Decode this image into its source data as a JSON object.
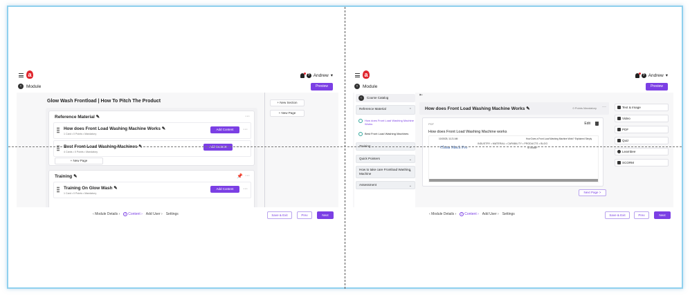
{
  "colors": {
    "accent": "#7b3fe4",
    "brand": "#e0262e",
    "frame": "#8fd0ee"
  },
  "shared": {
    "user_name": "Andrew",
    "module_label": "Module",
    "preview_label": "Preview",
    "footer": {
      "steps": [
        {
          "label": "Module Details"
        },
        {
          "label": "Content"
        },
        {
          "label": "Add User"
        },
        {
          "label": "Settings"
        }
      ],
      "save_exit": "Save & Exit",
      "prev": "Prev",
      "next": "Next"
    }
  },
  "left": {
    "course_title": "Glow Wash Frontload | How To Pitch The Product",
    "sections": [
      {
        "title": "Reference Material",
        "pages": [
          {
            "title": "How does Front Load Washing Machine Works",
            "meta": "1 Card  •  0 Points  •  Mandatory",
            "action": "Add Content"
          },
          {
            "title": "Best Front Load Washing Machines",
            "meta": "4 Cards  •  0 Points  •  Mandatory",
            "action": "Add Content"
          }
        ],
        "new_page": "+ New Page"
      },
      {
        "title": "Training",
        "pages": [
          {
            "title": "Training On Glow Wash",
            "meta": "1 Card  •  0 Points  •  Mandatory",
            "action": "Add Content"
          }
        ],
        "new_page": "+ New Page"
      }
    ],
    "side": {
      "new_section": "+ New Section",
      "new_page": "+ New Page"
    }
  },
  "right": {
    "catalog": {
      "title": "Course Catalog",
      "sections": [
        {
          "title": "Reference Material",
          "items": [
            {
              "title": "How does Front Load Washing Machine Works",
              "active": true
            },
            {
              "title": "Best Front Load Washing Machines",
              "active": false
            }
          ]
        },
        {
          "title": "Training"
        },
        {
          "title": "Quick Pointers"
        },
        {
          "title": "How to take care Frontload Washing Machine"
        },
        {
          "title": "Assessment"
        }
      ]
    },
    "editor": {
      "page_title": "How does Front Load Washing Machine Works",
      "meta": "0 Points  Mandatory",
      "card_type": "PDF",
      "edit_label": "Edit",
      "file_name": "How does Front Load Washing Machine works",
      "preview": {
        "date": "10/15/25, 11:21 AM",
        "heading": "How Does a Front Load Washing Machine Work? Explained Simply",
        "logo": "China Mach Pro",
        "nav": "INDUSTRY  •  MATERIAL  •  CAPABILITY  •  PRODUCTS  •  BLOG",
        "sitemap": "SITEMAP"
      },
      "next_page": "Next Page >"
    },
    "tools": [
      {
        "label": "Text & Image",
        "icon": "text-image-icon"
      },
      {
        "label": "Video",
        "icon": "video-icon"
      },
      {
        "label": "PDF",
        "icon": "pdf-icon"
      },
      {
        "label": "Quiz",
        "icon": "quiz-icon"
      },
      {
        "label": "Learnbee",
        "icon": "learnbee-icon"
      },
      {
        "label": "SCORM",
        "icon": "scorm-icon"
      }
    ]
  }
}
